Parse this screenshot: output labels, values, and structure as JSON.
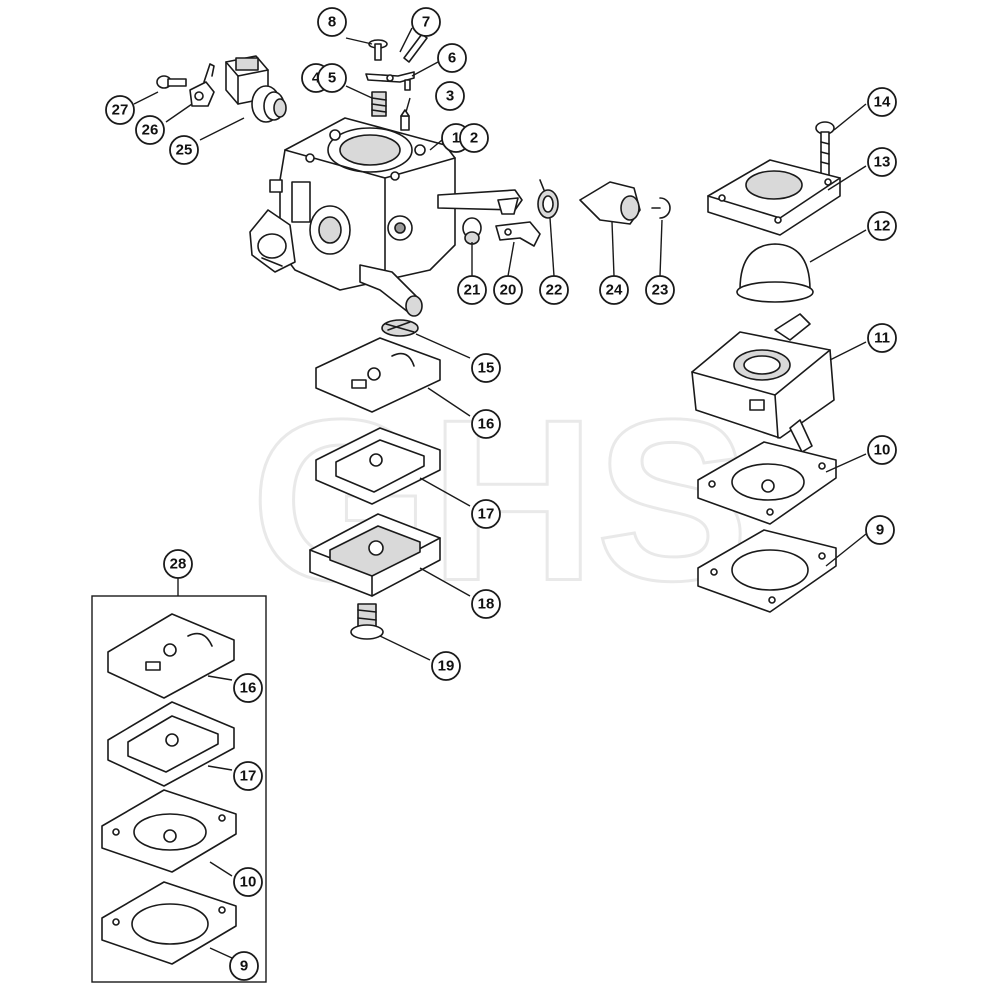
{
  "watermark": "GHS",
  "callouts": [
    {
      "id": "c8",
      "label": "8"
    },
    {
      "id": "c7",
      "label": "7"
    },
    {
      "id": "c6",
      "label": "6"
    },
    {
      "id": "c4",
      "label": "4"
    },
    {
      "id": "c5",
      "label": "5"
    },
    {
      "id": "c3",
      "label": "3"
    },
    {
      "id": "c1",
      "label": "1"
    },
    {
      "id": "c2",
      "label": "2"
    },
    {
      "id": "c27",
      "label": "27"
    },
    {
      "id": "c26",
      "label": "26"
    },
    {
      "id": "c25",
      "label": "25"
    },
    {
      "id": "c14",
      "label": "14"
    },
    {
      "id": "c13",
      "label": "13"
    },
    {
      "id": "c12",
      "label": "12"
    },
    {
      "id": "c11",
      "label": "11"
    },
    {
      "id": "c10",
      "label": "10"
    },
    {
      "id": "c9",
      "label": "9"
    },
    {
      "id": "c21",
      "label": "21"
    },
    {
      "id": "c20",
      "label": "20"
    },
    {
      "id": "c22",
      "label": "22"
    },
    {
      "id": "c24",
      "label": "24"
    },
    {
      "id": "c23",
      "label": "23"
    },
    {
      "id": "c15",
      "label": "15"
    },
    {
      "id": "c16",
      "label": "16"
    },
    {
      "id": "c17",
      "label": "17"
    },
    {
      "id": "c18",
      "label": "18"
    },
    {
      "id": "c19",
      "label": "19"
    },
    {
      "id": "c28",
      "label": "28"
    },
    {
      "id": "k16",
      "label": "16"
    },
    {
      "id": "k17",
      "label": "17"
    },
    {
      "id": "k10",
      "label": "10"
    },
    {
      "id": "k9",
      "label": "9"
    }
  ]
}
